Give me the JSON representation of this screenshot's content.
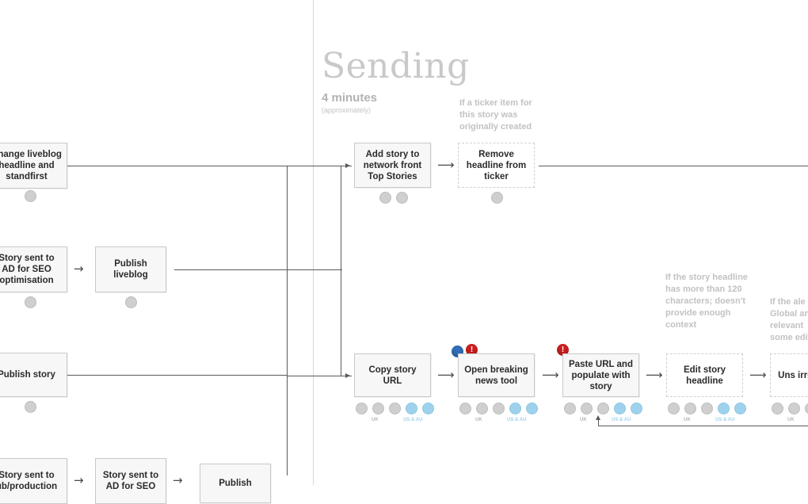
{
  "diagram": {
    "type": "workflow-flowchart",
    "background": "#ffffff",
    "colors": {
      "box_fill": "#f7f7f7",
      "box_border": "#c9c9c9",
      "dashed_border": "#cfcfcf",
      "connector": "#5a5a5a",
      "divider": "#d8d8d8",
      "note_text": "#c2c2c2",
      "phase_title": "#c9c9c9",
      "badge_grey": "#cfcfcf",
      "badge_blue": "#9ed2ec",
      "alert_red": "#cc1f1f",
      "alert_blue": "#2f6fb5"
    }
  },
  "phase": {
    "title": "Sending",
    "duration": "4 minutes",
    "approx": "(approximately)"
  },
  "notes": [
    {
      "id": "ticker-note",
      "text": "If a ticker item for this story was originally created"
    },
    {
      "id": "headline-length-note",
      "text": "If the story headline has more than 120 characters; doesn't provide enough context"
    },
    {
      "id": "alert-note",
      "text": "If the ale Global an relevant some edit"
    }
  ],
  "steps": [
    {
      "id": "change-liveblog-headline",
      "label": "Change liveblog headline and standfirst",
      "style": "solid"
    },
    {
      "id": "story-sent-ad-seo",
      "label": "Story sent to AD for SEO optimisation",
      "style": "solid"
    },
    {
      "id": "publish-liveblog",
      "label": "Publish liveblog",
      "style": "solid"
    },
    {
      "id": "publish-story",
      "label": "Publish story",
      "style": "solid"
    },
    {
      "id": "story-sent-sub-production",
      "label": "Story sent to ub/production",
      "style": "solid"
    },
    {
      "id": "story-sent-ad-seo-2",
      "label": "Story sent to AD for SEO",
      "style": "solid"
    },
    {
      "id": "publish-bottom",
      "label": "Publish",
      "style": "solid"
    },
    {
      "id": "add-story-network-front",
      "label": "Add story to network front Top Stories",
      "style": "solid"
    },
    {
      "id": "remove-headline-ticker",
      "label": "Remove headline from ticker",
      "style": "dashed"
    },
    {
      "id": "copy-story-url",
      "label": "Copy story URL",
      "style": "solid"
    },
    {
      "id": "open-breaking-news-tool",
      "label": "Open breaking news tool",
      "style": "solid"
    },
    {
      "id": "paste-url-populate",
      "label": "Paste URL and populate with story",
      "style": "solid"
    },
    {
      "id": "edit-story-headline",
      "label": "Edit story headline",
      "style": "dashed"
    },
    {
      "id": "unselect-irrelevant",
      "label": "Uns irrele edit",
      "style": "dashed"
    }
  ],
  "badge_groups": {
    "single_grey": [
      {
        "color": "grey",
        "sub": ""
      }
    ],
    "double_grey": [
      {
        "color": "grey",
        "sub": ""
      },
      {
        "color": "grey",
        "sub": ""
      }
    ],
    "region_five": [
      {
        "color": "grey",
        "sub": ""
      },
      {
        "color": "grey",
        "sub": ""
      },
      {
        "color": "grey",
        "sub": ""
      },
      {
        "color": "blue",
        "sub": ""
      },
      {
        "color": "blue",
        "sub": ""
      }
    ]
  },
  "region_labels": {
    "uk": "UK",
    "us_au": "US & AU"
  },
  "alert_pips": {
    "blue_label": "",
    "red_label": "!"
  },
  "arrow_glyph": "⟶",
  "small_arrow_glyph": "→"
}
